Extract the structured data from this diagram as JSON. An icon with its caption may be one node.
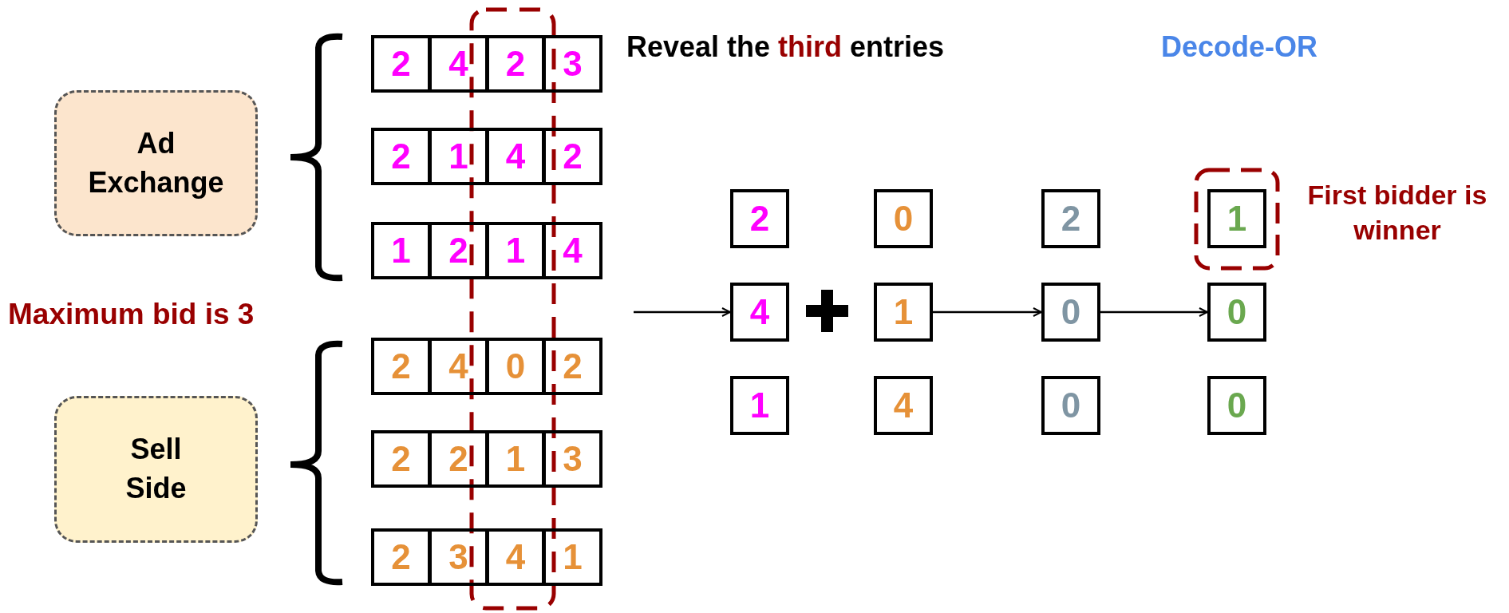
{
  "diagram": {
    "nodes": [
      {
        "text": [
          "Ad Exchange"
        ]
      },
      {
        "text": [
          "Sell Side"
        ]
      },
      {
        "text": [
          "2"
        ]
      },
      {
        "text": [
          "4"
        ]
      },
      {
        "text": [
          "2"
        ]
      },
      {
        "text": [
          "3"
        ]
      },
      {
        "text": [
          "2"
        ]
      },
      {
        "text": [
          "1"
        ]
      },
      {
        "text": [
          "4"
        ]
      },
      {
        "text": [
          "2"
        ]
      },
      {
        "text": [
          "1"
        ]
      },
      {
        "text": [
          "2"
        ]
      },
      {
        "text": [
          "1"
        ]
      },
      {
        "text": [
          "4"
        ]
      },
      {
        "text": [
          "2"
        ]
      },
      {
        "text": [
          "4"
        ]
      },
      {
        "text": [
          "0"
        ]
      },
      {
        "text": [
          "2"
        ]
      },
      {
        "text": [
          "2"
        ]
      },
      {
        "text": [
          "2"
        ]
      },
      {
        "text": [
          "1"
        ]
      },
      {
        "text": [
          "3"
        ]
      },
      {
        "text": [
          "2"
        ]
      },
      {
        "text": [
          "3"
        ]
      },
      {
        "text": [
          "4"
        ]
      },
      {
        "text": [
          "1"
        ]
      },
      {
        "text": [
          "2"
        ]
      },
      {
        "text": [
          "4"
        ]
      },
      {
        "text": [
          "1"
        ]
      },
      {
        "text": [
          "0"
        ]
      },
      {
        "text": [
          "1"
        ]
      },
      {
        "text": [
          "4"
        ]
      },
      {
        "text": [
          "2"
        ]
      },
      {
        "text": [
          "0"
        ]
      },
      {
        "text": [
          "0"
        ]
      },
      {
        "text": [
          "1"
        ]
      },
      {
        "text": [
          "0"
        ]
      },
      {
        "text": [
          "0"
        ]
      }
    ],
    "edges": [
      {
        "from": null,
        "to": 27,
        "arrow": "to"
      },
      {
        "from": 30,
        "to": 33,
        "arrow": "to"
      },
      {
        "from": 33,
        "to": 36,
        "arrow": "to"
      }
    ],
    "labels": [
      "Reveal the",
      "third",
      "entries",
      "Decode-OR",
      "Maximum bid is 3",
      "First bidder is winner"
    ]
  }
}
